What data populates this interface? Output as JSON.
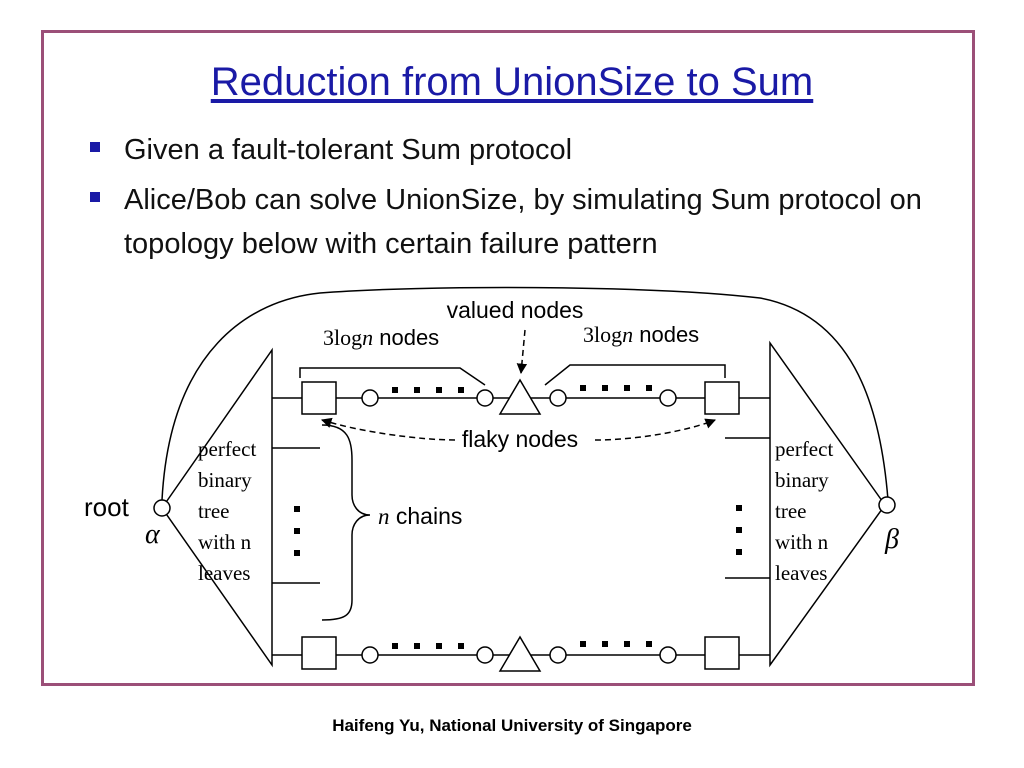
{
  "slide": {
    "title": "Reduction from UnionSize to Sum",
    "bullets": [
      "Given a fault-tolerant Sum protocol",
      "Alice/Bob can solve UnionSize, by simulating Sum protocol on topology below with certain failure pattern"
    ],
    "footer": "Haifeng Yu, National University of Singapore"
  },
  "diagram": {
    "valued_nodes_label": "valued nodes",
    "left_nodes_prefix": "3log",
    "left_nodes_var": "n",
    "left_nodes_suffix": " nodes",
    "right_nodes_prefix": "3log",
    "right_nodes_var": "n",
    "right_nodes_suffix": " nodes",
    "flaky_nodes_label": "flaky nodes",
    "chains_var": "n",
    "chains_label": " chains",
    "root_label": "root",
    "alpha": "α",
    "beta": "β",
    "left_tree_lines": [
      "perfect",
      "binary",
      "tree",
      "with n",
      "leaves"
    ],
    "right_tree_lines": [
      "perfect",
      "binary",
      "tree",
      "with n",
      "leaves"
    ]
  },
  "colors": {
    "border": "#9b4f78",
    "title": "#1a1aa6",
    "bullet": "#1a1aa6"
  }
}
